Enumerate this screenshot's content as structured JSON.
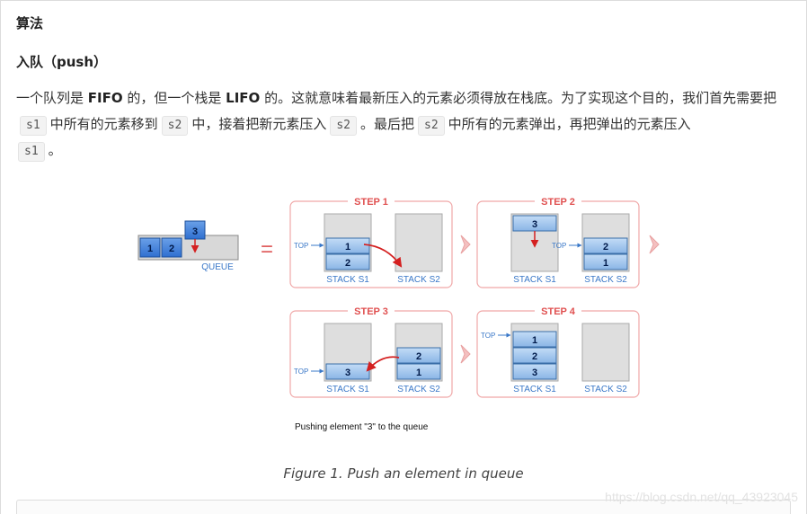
{
  "headings": {
    "algorithm": "算法",
    "push": "入队（push）"
  },
  "paragraph": {
    "p1": "一个队列是 ",
    "fifo": "FIFO",
    "p2": " 的，但一个栈是 ",
    "lifo": "LIFO",
    "p3": " 的。这就意味着最新压入的元素必须得放在栈底。为了实现这个目的，我们首先需要把",
    "code_s1": "s1",
    "p4": "中所有的元素移到",
    "code_s2": "s2",
    "p5": "中，接着把新元素压入",
    "code_s2b": "s2",
    "p6": "。最后把",
    "code_s2c": "s2",
    "p7": "中所有的元素弹出，再把弹出的元素压入",
    "code_s1b": "s1",
    "p8": "。"
  },
  "figure": {
    "queue_label": "QUEUE",
    "equals": "=",
    "queue_items": [
      "1",
      "2"
    ],
    "incoming_item": "3",
    "steps": [
      {
        "title": "STEP 1",
        "s1": [
          "1",
          "2"
        ],
        "s2": [],
        "top_on": "s1"
      },
      {
        "title": "STEP 2",
        "s1": [
          "3"
        ],
        "s2": [
          "2",
          "1"
        ],
        "top_on": "s2"
      },
      {
        "title": "STEP 3",
        "s1": [
          "3"
        ],
        "s2": [
          "2",
          "1"
        ],
        "top_on": "s1"
      },
      {
        "title": "STEP 4",
        "s1": [
          "1",
          "2",
          "3"
        ],
        "s2": [],
        "top_on": "s1"
      }
    ],
    "top_label": "TOP",
    "stack_s1_label": "STACK S1",
    "stack_s2_label": "STACK S2",
    "subcaption": "Pushing element \"3\" to the queue",
    "colors": {
      "step_border": "#f0a8a8",
      "step_title": "#e05050",
      "stack_fill": "#dedede",
      "item_fill": "#9ec3ec",
      "item_border": "#3a6ea8",
      "label_blue": "#3a78c8",
      "arrow_red": "#d42020",
      "equals_red": "#e06060"
    }
  },
  "caption": "Figure 1. Push an element in queue",
  "watermark": "https://blog.csdn.net/qq_43923045"
}
